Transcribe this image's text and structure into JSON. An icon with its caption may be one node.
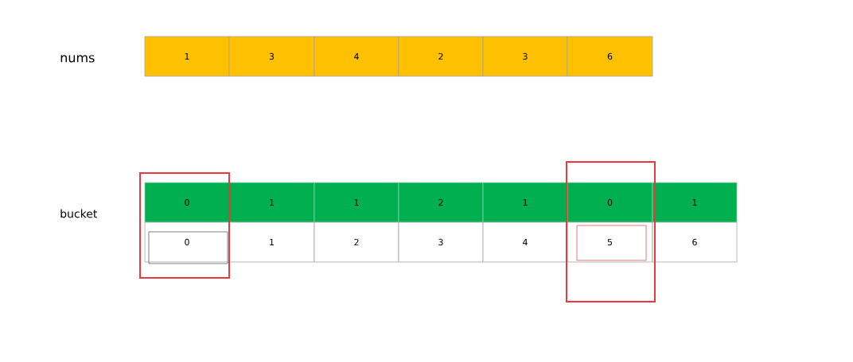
{
  "diagram": {
    "nodes": [
      {
        "text": [
          "1"
        ]
      },
      {
        "text": [
          "3"
        ]
      },
      {
        "text": [
          "4"
        ]
      },
      {
        "text": [
          "2"
        ]
      },
      {
        "text": [
          "3"
        ]
      },
      {
        "text": [
          "6"
        ]
      },
      {
        "text": [
          "0"
        ]
      },
      {
        "text": [
          "1"
        ]
      },
      {
        "text": [
          "1"
        ]
      },
      {
        "text": [
          "2"
        ]
      },
      {
        "text": [
          "1"
        ]
      },
      {
        "text": [
          "0"
        ]
      },
      {
        "text": [
          "1"
        ]
      },
      {
        "text": [
          "0"
        ]
      },
      {
        "text": [
          "1"
        ]
      },
      {
        "text": [
          "2"
        ]
      },
      {
        "text": [
          "3"
        ]
      },
      {
        "text": [
          "4"
        ]
      },
      {
        "text": [
          "5"
        ]
      },
      {
        "text": [
          "6"
        ]
      }
    ],
    "labels": [
      "nums",
      "bucket"
    ]
  }
}
